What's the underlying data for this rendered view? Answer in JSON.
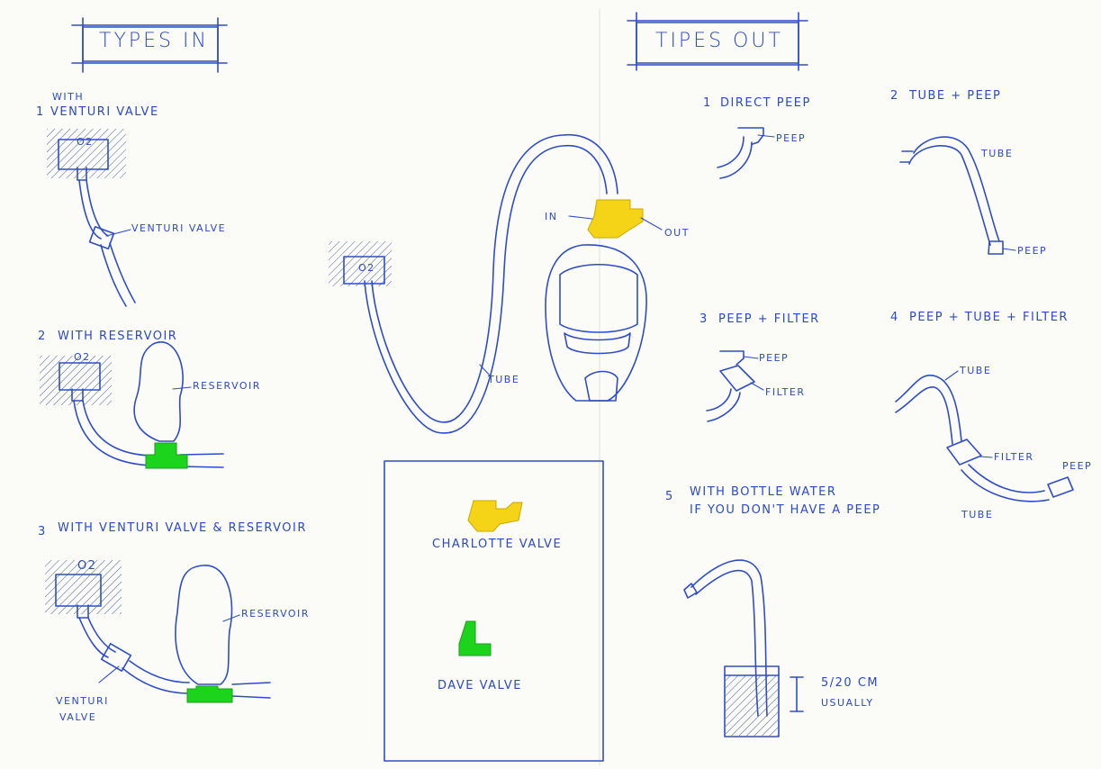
{
  "left": {
    "title": "TYPES  IN",
    "item1": {
      "number": "1",
      "with": "WITH",
      "title": "VENTURI VALVE",
      "o2": "O2",
      "label": "VENTURI VALVE"
    },
    "item2": {
      "number": "2",
      "title": "WITH RESERVOIR",
      "o2": "O2",
      "label": "RESERVOIR"
    },
    "item3": {
      "number": "3",
      "title": "WITH VENTURI VALVE & RESERVOIR",
      "o2": "O2",
      "reservoir": "RESERVOIR",
      "venturi_line1": "VENTURI",
      "venturi_line2": "VALVE"
    }
  },
  "center": {
    "o2": "O2",
    "in": "IN",
    "out": "OUT",
    "tube": "TUBE",
    "legend": {
      "charlotte": "CHARLOTTE VALVE",
      "dave": "DAVE VALVE"
    }
  },
  "right": {
    "title": "TIPES  OUT",
    "item1": {
      "number": "1",
      "title": "DIRECT PEEP",
      "peep": "PEEP"
    },
    "item2": {
      "number": "2",
      "title": "TUBE + PEEP",
      "tube": "TUBE",
      "peep": "PEEP"
    },
    "item3": {
      "number": "3",
      "title": "PEEP + FILTER",
      "peep": "PEEP",
      "filter": "FILTER"
    },
    "item4": {
      "number": "4",
      "title": "PEEP + TUBE + FILTER",
      "tube_top": "TUBE",
      "filter": "FILTER",
      "peep": "PEEP",
      "tube_bottom": "TUBE"
    },
    "item5": {
      "number": "5",
      "line1": "WITH BOTTLE WATER",
      "line2": "IF YOU DON'T HAVE A PEEP",
      "depth": "5/20 CM",
      "usually": "USUALLY"
    }
  },
  "colors": {
    "ink": "#2f4dc6",
    "charlotte_valve": "#f5d418",
    "dave_valve": "#1dd41d",
    "paper": "#fbfbf8"
  }
}
